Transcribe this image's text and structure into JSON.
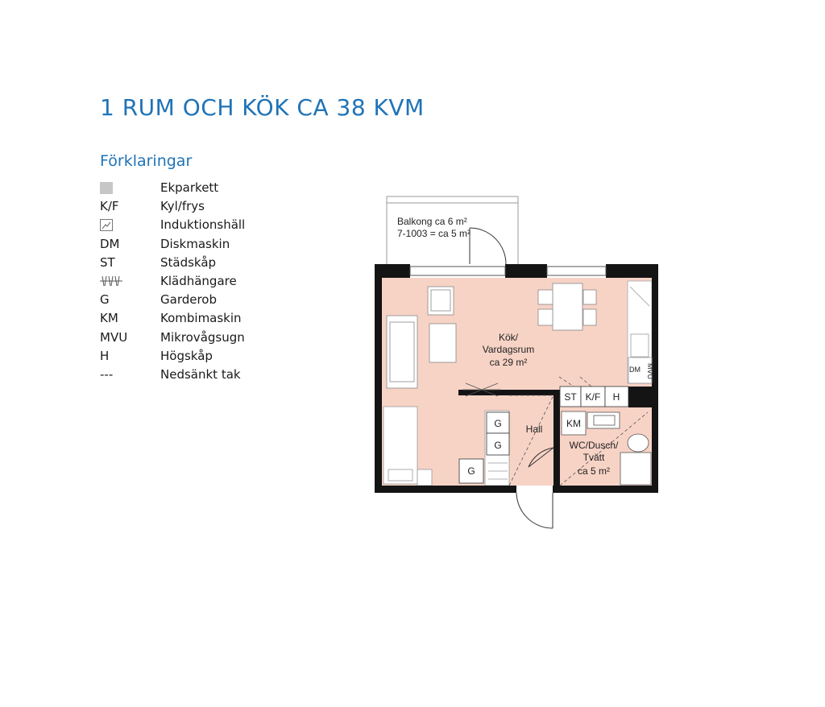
{
  "title": "1 RUM OCH KÖK CA 38 KVM",
  "legend": {
    "heading": "Förklaringar",
    "items": [
      {
        "symbol": "",
        "icon": "swatch-parquet-icon",
        "label": "Ekparkett"
      },
      {
        "symbol": "K/F",
        "label": "Kyl/frys"
      },
      {
        "symbol": "",
        "icon": "induction-hob-icon",
        "label": "Induktionshäll"
      },
      {
        "symbol": "DM",
        "label": "Diskmaskin"
      },
      {
        "symbol": "ST",
        "label": "Städskåp"
      },
      {
        "symbol": "",
        "icon": "clothes-rail-icon",
        "label": "Klädhängare"
      },
      {
        "symbol": "G",
        "label": "Garderob"
      },
      {
        "symbol": "KM",
        "label": "Kombimaskin"
      },
      {
        "symbol": "MVU",
        "label": "Mikrovågsugn"
      },
      {
        "symbol": "H",
        "label": "Högskåp"
      },
      {
        "symbol": "---",
        "label": "Nedsänkt tak"
      }
    ]
  },
  "plan": {
    "balcony_line1": "Balkong ca 6 m²",
    "balcony_line2": "7-1003 = ca 5 m²",
    "living_line1": "Kök/",
    "living_line2": "Vardagsrum",
    "living_line3": "ca 29 m²",
    "hall": "Hall",
    "bath_line1": "WC/Dusch/",
    "bath_line2": "Tvätt",
    "bath_line3": "ca 5 m²",
    "st": "ST",
    "kf": "K/F",
    "h": "H",
    "km": "KM",
    "dm": "DM",
    "mvu": "MVU",
    "g": "G"
  },
  "colors": {
    "accent": "#1f73b7",
    "floor": "#f7d3c6",
    "wall": "#141414",
    "parquet_swatch": "#c6c6c6"
  }
}
